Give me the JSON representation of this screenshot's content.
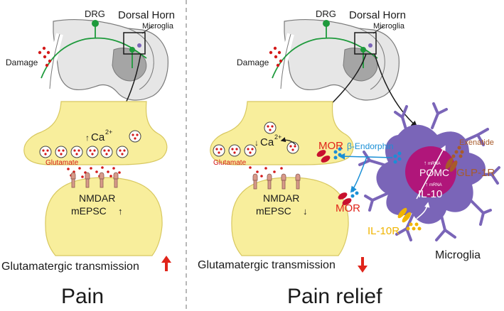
{
  "left": {
    "drg": "DRG",
    "dorsal_horn": "Dorsal Horn",
    "microglia": "Microglia",
    "damage": "Damage",
    "ca": "Ca",
    "ca_sup": "2+",
    "glutamate": "Glutamate",
    "nmdar": "NMDAR",
    "mepsc": "mEPSC",
    "transmission": "Glutamatergic transmission",
    "caption": "Pain"
  },
  "right": {
    "drg": "DRG",
    "dorsal_horn": "Dorsal Horn",
    "microglia": "Microglia",
    "damage": "Damage",
    "ca": "Ca",
    "ca_sup": "2+",
    "glutamate": "Glutamate",
    "nmdar": "NMDAR",
    "mepsc": "mEPSC",
    "mor_top": "MOR",
    "mor_bottom": "MOR",
    "beta_endorphin": "β-Endorphin",
    "exenatide": "Exenatide",
    "glp1r": "GLP-1R",
    "pomc": "POMC",
    "il10": "IL-10",
    "il10r": "IL-10R",
    "mrna": "mRNA",
    "microglia_cell": "Microglia",
    "transmission": "Glutamatergic transmission",
    "caption": "Pain relief"
  },
  "colors": {
    "neuron": "#f8ee9c",
    "neuron_stroke": "#d8c860",
    "vesicle_red": "#d41a1a",
    "microglia": "#7a65b8",
    "nucleus": "#b0167a",
    "green": "#1e9a3c",
    "blue": "#1a8fd6",
    "red_text": "#e0241a",
    "yellow_text": "#f0b400",
    "brown": "#a85a2a",
    "receptor": "#d89a8a"
  }
}
